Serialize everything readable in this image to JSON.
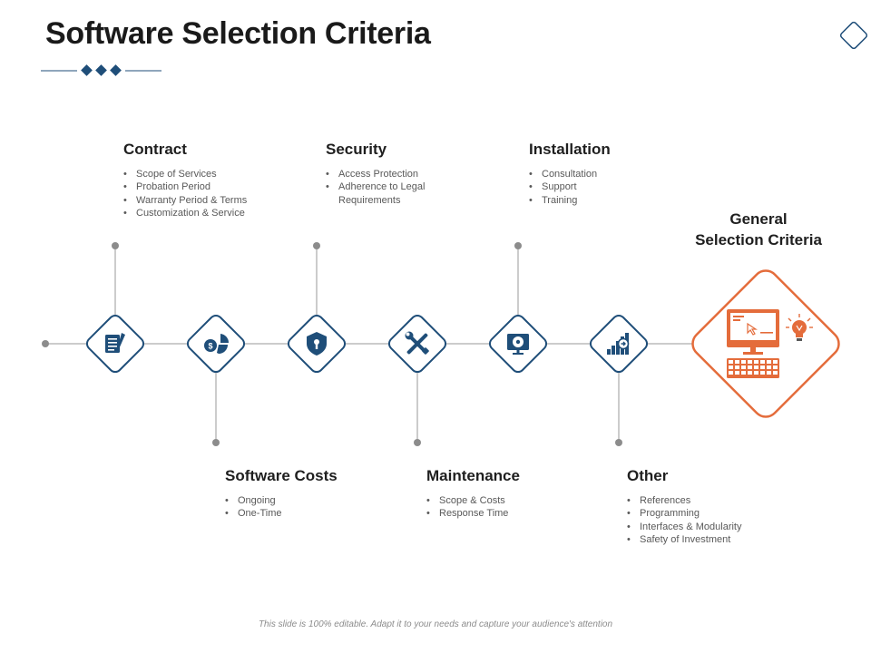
{
  "title": "Software Selection Criteria",
  "colors": {
    "primary": "#1f4e79",
    "accent": "#e46c3b",
    "line": "#8c8c8c"
  },
  "criteria": [
    {
      "heading": "Contract",
      "icon": "document-pen-icon",
      "items": [
        "Scope of Services",
        "Probation Period",
        "Warranty Period & Terms",
        "Customization & Service"
      ]
    },
    {
      "heading": "Software Costs",
      "icon": "dollar-pie-chart-icon",
      "items": [
        "Ongoing",
        "One-Time"
      ]
    },
    {
      "heading": "Security",
      "icon": "shield-lock-icon",
      "items": [
        "Access Protection",
        "Adherence to Legal Requirements"
      ]
    },
    {
      "heading": "Maintenance",
      "icon": "wrench-screwdriver-icon",
      "items": [
        "Scope & Costs",
        "Response Time"
      ]
    },
    {
      "heading": "Installation",
      "icon": "monitor-disc-icon",
      "items": [
        "Consultation",
        "Support",
        "Training"
      ]
    },
    {
      "heading": "Other",
      "icon": "bar-chart-arrow-icon",
      "items": [
        "References",
        "Programming",
        "Interfaces & Modularity",
        "Safety of Investment"
      ]
    }
  ],
  "general": {
    "title_line1": "General",
    "title_line2": "Selection Criteria",
    "icon": "computer-lightbulb-icon"
  },
  "footer": "This slide is 100% editable. Adapt it to your needs and capture your audience's attention"
}
